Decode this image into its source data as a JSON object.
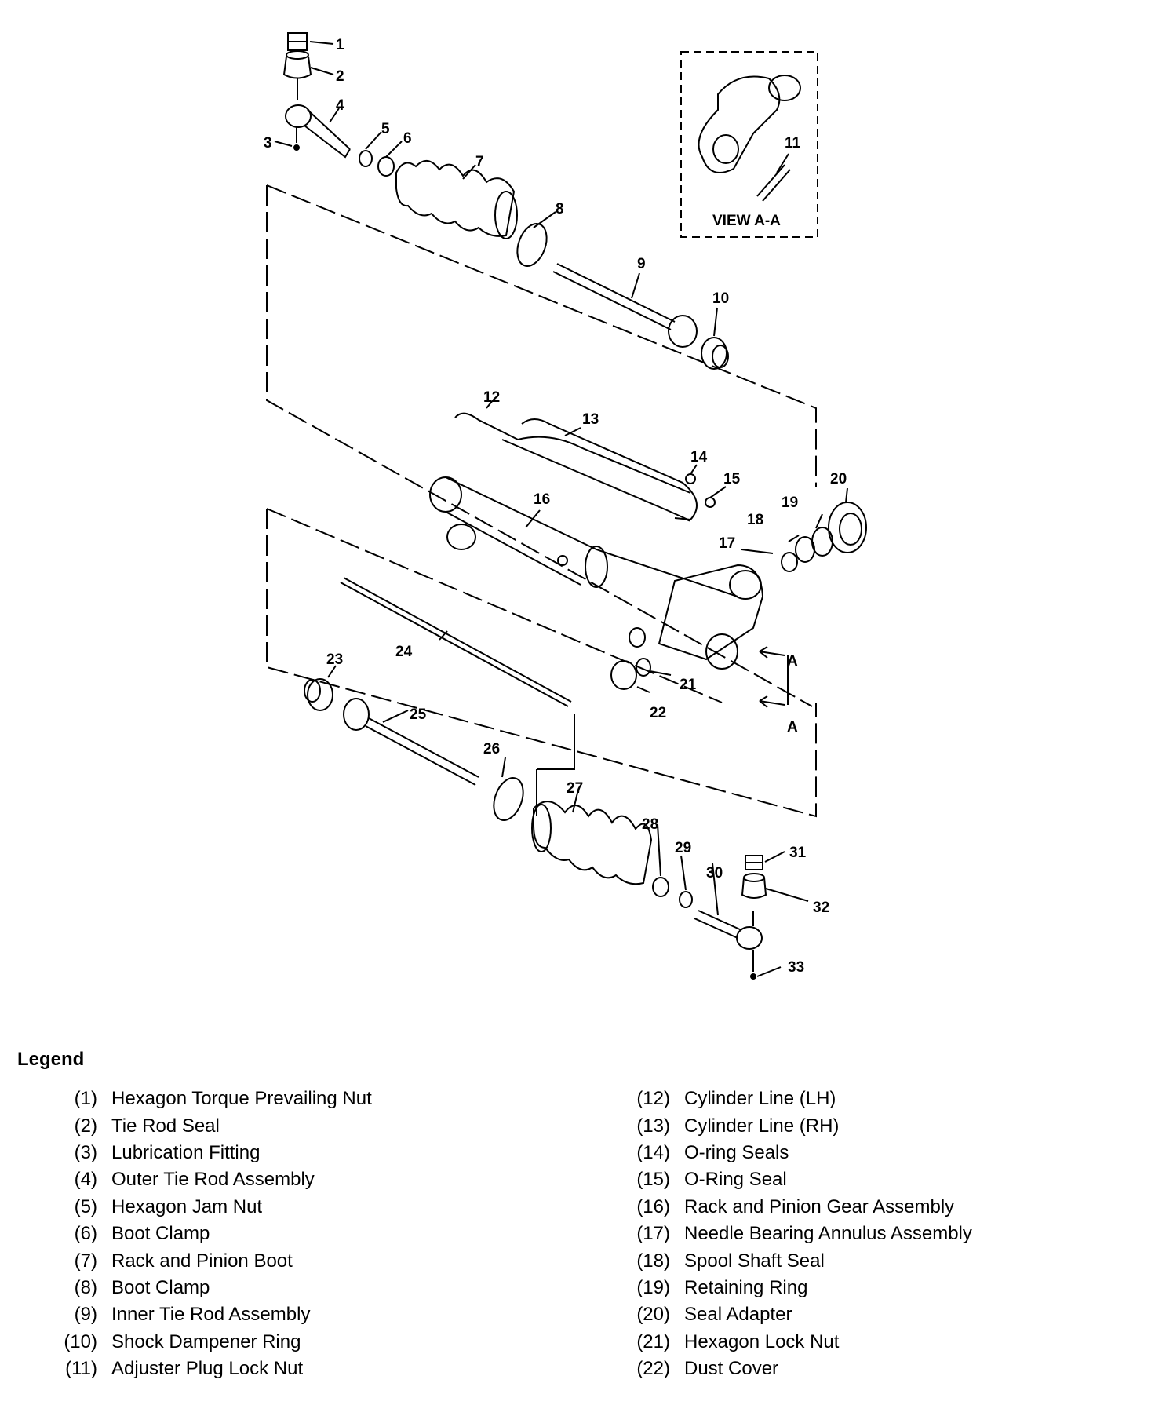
{
  "diagram": {
    "view_label": "VIEW A-A",
    "section_marker": "A",
    "callouts": [
      "1",
      "2",
      "3",
      "4",
      "5",
      "6",
      "7",
      "8",
      "9",
      "10",
      "11",
      "12",
      "13",
      "14",
      "15",
      "16",
      "17",
      "18",
      "19",
      "20",
      "21",
      "22",
      "23",
      "24",
      "25",
      "26",
      "27",
      "28",
      "29",
      "30",
      "31",
      "32",
      "33"
    ]
  },
  "legend": {
    "title": "Legend",
    "left": [
      {
        "num": "(1)",
        "label": "Hexagon Torque Prevailing Nut"
      },
      {
        "num": "(2)",
        "label": "Tie Rod Seal"
      },
      {
        "num": "(3)",
        "label": "Lubrication Fitting"
      },
      {
        "num": "(4)",
        "label": "Outer Tie Rod Assembly"
      },
      {
        "num": "(5)",
        "label": "Hexagon Jam Nut"
      },
      {
        "num": "(6)",
        "label": "Boot Clamp"
      },
      {
        "num": "(7)",
        "label": "Rack and Pinion Boot"
      },
      {
        "num": "(8)",
        "label": "Boot Clamp"
      },
      {
        "num": "(9)",
        "label": "Inner Tie Rod Assembly"
      },
      {
        "num": "(10)",
        "label": "Shock Dampener Ring"
      },
      {
        "num": "(11)",
        "label": "Adjuster Plug Lock Nut"
      }
    ],
    "right": [
      {
        "num": "(12)",
        "label": "Cylinder Line (LH)"
      },
      {
        "num": "(13)",
        "label": "Cylinder Line (RH)"
      },
      {
        "num": "(14)",
        "label": "O-ring Seals"
      },
      {
        "num": "(15)",
        "label": "O-Ring Seal"
      },
      {
        "num": "(16)",
        "label": "Rack and Pinion Gear Assembly"
      },
      {
        "num": "(17)",
        "label": "Needle Bearing Annulus Assembly"
      },
      {
        "num": "(18)",
        "label": "Spool Shaft Seal"
      },
      {
        "num": "(19)",
        "label": "Retaining Ring"
      },
      {
        "num": "(20)",
        "label": "Seal Adapter"
      },
      {
        "num": "(21)",
        "label": "Hexagon Lock Nut"
      },
      {
        "num": "(22)",
        "label": "Dust Cover"
      }
    ]
  }
}
